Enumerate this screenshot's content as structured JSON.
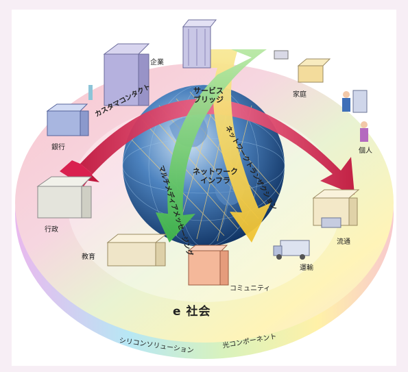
{
  "title": "e 社会",
  "center": {
    "service_bridge": [
      "サービス",
      "ブリッジ"
    ],
    "network_infra": [
      "ネットワーク",
      "インフラ"
    ]
  },
  "arrows": {
    "customer_contact": "カスタマコンタクト",
    "multimedia_messaging": "マルチメディアメッセージング",
    "network_transaction": "ネットワークトランザクション"
  },
  "nodes": {
    "kigyo": "企業",
    "katei": "家庭",
    "ginko": "銀行",
    "kojin": "個人",
    "gyosei": "行政",
    "ryutsu": "流通",
    "kyoiku": "教育",
    "unyu": "運輸",
    "community": "コミュニティ"
  },
  "base": {
    "silicon": "シリコンソリューション",
    "optical": "光コンポーネント"
  },
  "colors": {
    "red_arrow": "#d9204f",
    "yellow_arrow": "#f3d24a",
    "green_arrow": "#6cc95e",
    "globe": "#1d4f86"
  }
}
